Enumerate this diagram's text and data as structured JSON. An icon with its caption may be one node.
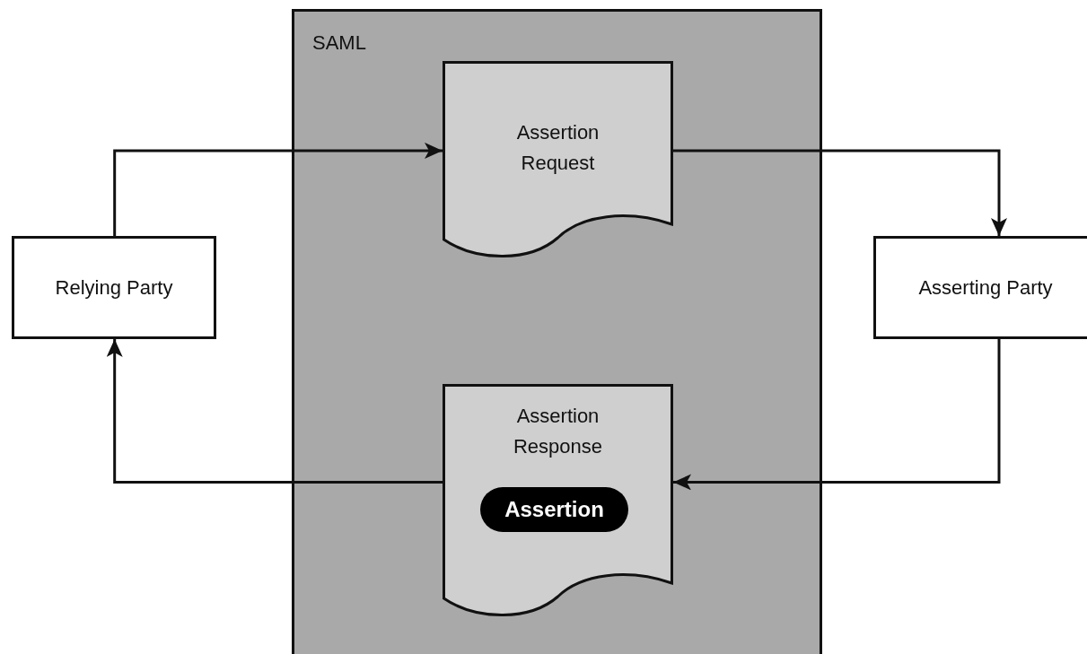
{
  "diagram": {
    "nodes": [
      {
        "text": [
          "SAML"
        ]
      },
      {
        "text": [
          "Assertion Request"
        ],
        "in": 0
      },
      {
        "text": [
          "Assertion Response"
        ],
        "in": 0
      },
      {
        "text": [
          "Assertion"
        ],
        "in": 2
      },
      {
        "text": [
          "Relying Party"
        ]
      },
      {
        "text": [
          "Asserting Party"
        ]
      }
    ],
    "edges": [
      {
        "from": 4,
        "to": 1,
        "arrow": "to"
      },
      {
        "from": 1,
        "to": 5,
        "arrow": "to"
      },
      {
        "from": 5,
        "to": 2,
        "arrow": "to"
      },
      {
        "from": 2,
        "to": 4,
        "arrow": "to"
      }
    ]
  }
}
